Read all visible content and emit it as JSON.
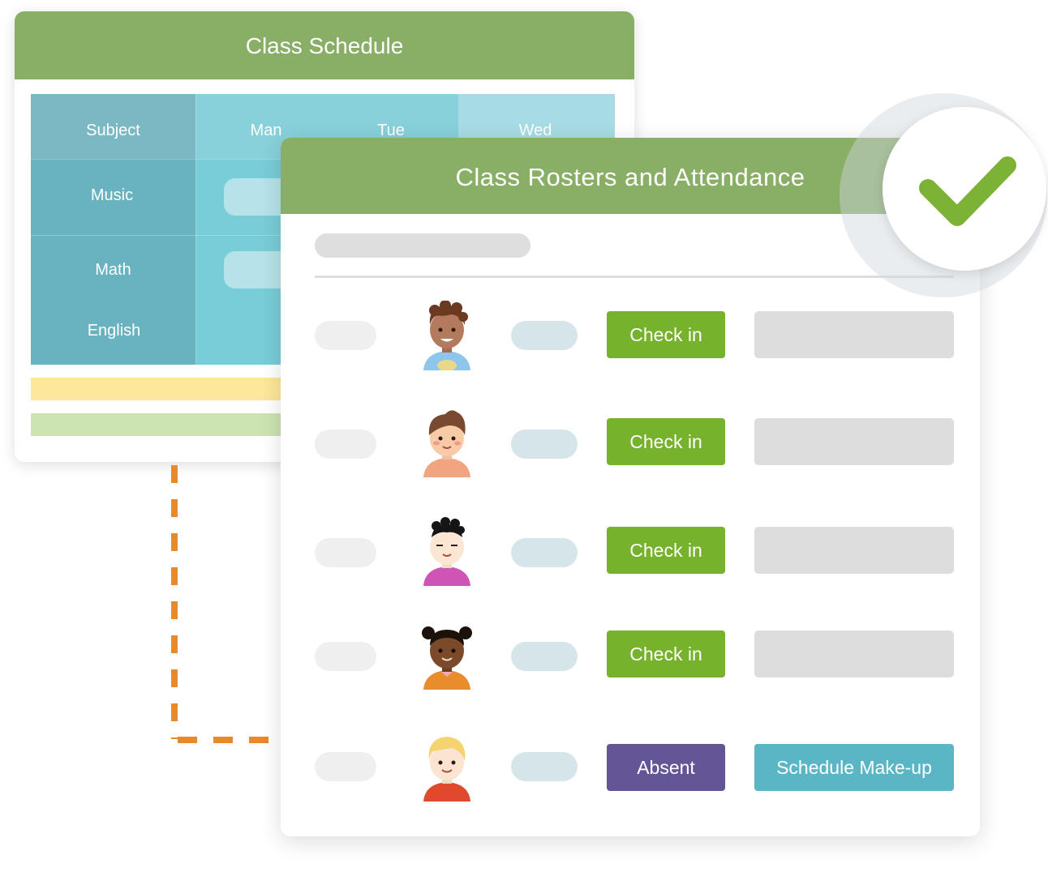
{
  "schedule": {
    "title": "Class Schedule",
    "columns": [
      "Subject",
      "Man",
      "Tue",
      "Wed"
    ],
    "subjects": [
      "Music",
      "Math",
      "English"
    ]
  },
  "roster": {
    "title": "Class Rosters and Attendance",
    "rows": [
      {
        "avatar": "student-avatar-curly-hair-boy",
        "action": "Check in"
      },
      {
        "avatar": "student-avatar-brown-hair-boy",
        "action": "Check in"
      },
      {
        "avatar": "student-avatar-black-hair-child",
        "action": "Check in"
      },
      {
        "avatar": "student-avatar-puff-hair-girl",
        "action": "Check in"
      },
      {
        "avatar": "student-avatar-blond-boy",
        "action": "Absent",
        "secondary_action": "Schedule Make-up"
      }
    ]
  },
  "badge": {
    "icon": "checkmark-icon",
    "color": "#7cb336"
  },
  "colors": {
    "header_green": "#89ae66",
    "checkin_green": "#77b22d",
    "absent_purple": "#645696",
    "makeup_teal": "#5ab5c4",
    "connector_orange": "#e8892a"
  }
}
